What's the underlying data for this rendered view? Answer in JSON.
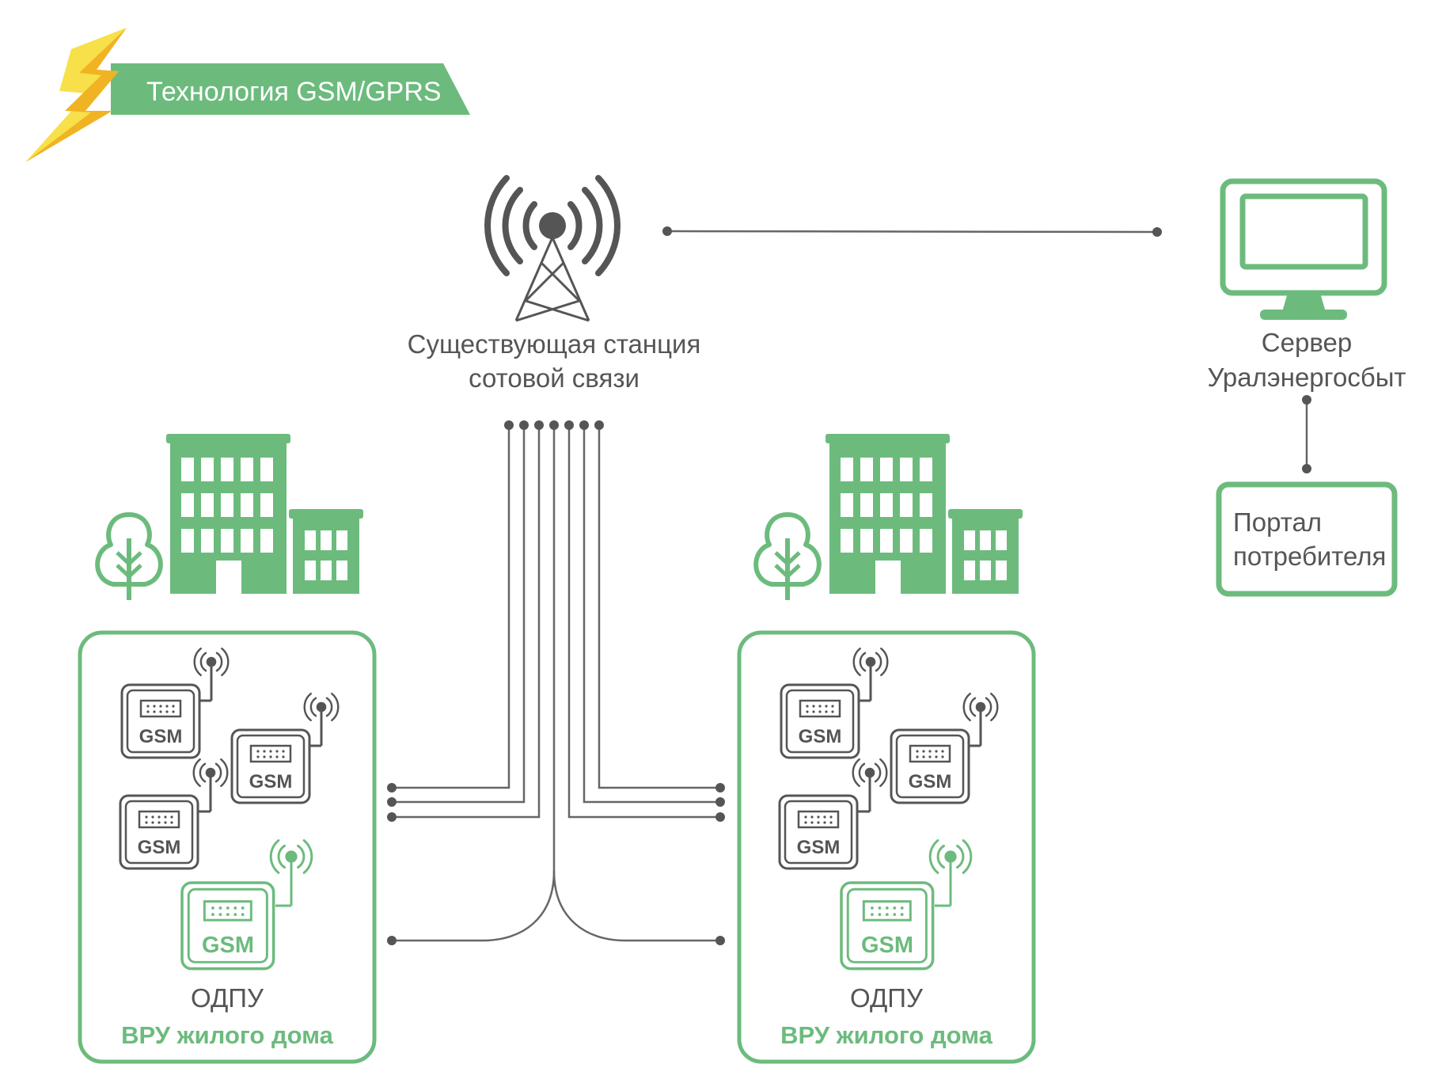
{
  "header": {
    "title": "Технология GSM/GPRS"
  },
  "tower": {
    "label_line1": "Существующая станция",
    "label_line2": "сотовой связи"
  },
  "server": {
    "label_line1": "Сервер",
    "label_line2": "Уралэнергосбыт"
  },
  "portal": {
    "label_line1": "Портал",
    "label_line2": "потребителя"
  },
  "houses": [
    {
      "meters": [
        "GSM",
        "GSM",
        "GSM"
      ],
      "odpu_meter": "GSM",
      "odpu_label": "ОДПУ",
      "caption": "ВРУ жилого дома"
    },
    {
      "meters": [
        "GSM",
        "GSM",
        "GSM"
      ],
      "odpu_meter": "GSM",
      "odpu_label": "ОДПУ",
      "caption": "ВРУ жилого дома"
    }
  ],
  "colors": {
    "green": "#6cbb7d",
    "dark": "#555555",
    "bolt_light": "#f7e04a",
    "bolt_dark": "#f0b323",
    "line": "#666666"
  },
  "icons": {
    "bolt": "lightning-bolt-icon",
    "tower": "cell-tower-icon",
    "monitor": "monitor-icon",
    "building": "building-icon",
    "tree": "tree-icon",
    "meter": "gsm-meter-icon",
    "antenna": "antenna-icon"
  }
}
